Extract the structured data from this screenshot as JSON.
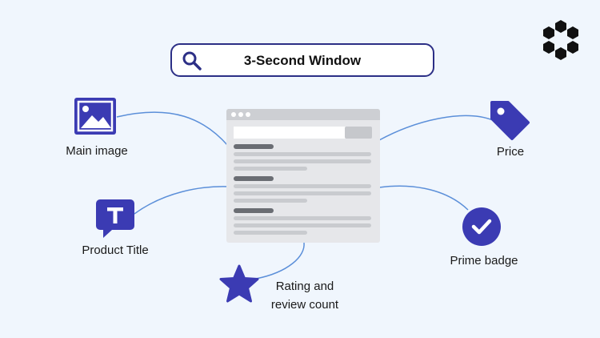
{
  "search": {
    "text": "3-Second Window",
    "icon": "search-icon"
  },
  "center": {
    "type": "browser-listing-page",
    "icon": "browser-window-icon"
  },
  "nodes": [
    {
      "id": "main-image",
      "label": "Main image",
      "icon": "image-icon"
    },
    {
      "id": "product-title",
      "label": "Product Title",
      "icon": "text-bubble-icon"
    },
    {
      "id": "rating",
      "label_line1": "Rating and",
      "label_line2": "review count",
      "icon": "star-icon"
    },
    {
      "id": "price",
      "label": "Price",
      "icon": "price-tag-icon"
    },
    {
      "id": "prime-badge",
      "label": "Prime badge",
      "icon": "check-badge-icon"
    }
  ],
  "logo": {
    "icon": "hexagon-gear-logo-icon"
  },
  "colors": {
    "accent": "#3b3bb3",
    "dark_accent": "#2c2f86",
    "connector": "#5b8fd9",
    "background": "#f0f6fd"
  }
}
